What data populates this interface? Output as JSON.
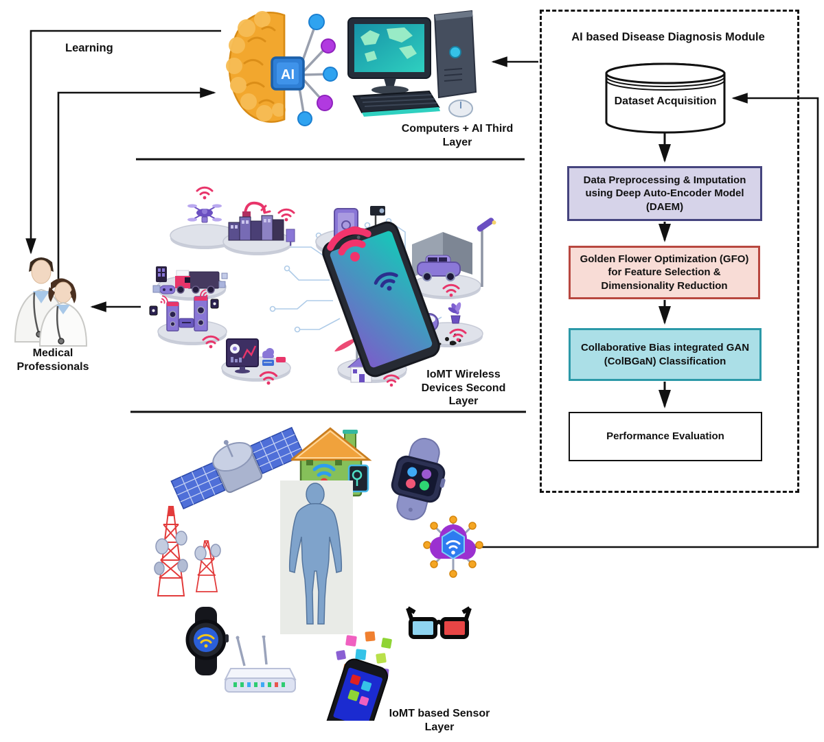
{
  "diagram": {
    "labels": {
      "learning": "Learning",
      "computers_ai_layer": "Computers + AI Third Layer",
      "wireless_layer": "IoMT Wireless Devices Second Layer",
      "medical_professionals": "Medical Professionals",
      "sensor_layer": "IoMT based Sensor Layer"
    },
    "module": {
      "title": "AI based Disease Diagnosis Module",
      "dataset_store": "Dataset Acquisition",
      "steps": [
        {
          "label": "Data Preprocessing & Imputation using Deep Auto-Encoder Model (DAEM)",
          "fill": "#d6d3e9",
          "border": "#45447e"
        },
        {
          "label": "Golden Flower Optimization (GFO) for Feature Selection & Dimensionality Reduction",
          "fill": "#f8dcd6",
          "border": "#b8473f"
        },
        {
          "label": "Collaborative Bias integrated GAN (ColBGaN) Classification",
          "fill": "#abdfe7",
          "border": "#2b99a8"
        },
        {
          "label": "Performance Evaluation",
          "fill": "#ffffff",
          "border": "#111111"
        }
      ]
    },
    "icons": [
      "brain-ai-icon",
      "desktop-computer-icon",
      "medical-professionals-icon",
      "database-cylinder-icon",
      "smartphone-wifi-hub-icon",
      "drone-icon",
      "smart-truck-icon",
      "smart-factory-icon",
      "smart-tablet-camera-icon",
      "smart-car-garage-icon",
      "robot-vacuum-plant-icon",
      "wind-solar-house-icon",
      "analytics-dashboard-icon",
      "smart-speakers-icon",
      "satellite-icon",
      "smart-home-icon",
      "smartwatch-apps-icon",
      "human-body-icon",
      "cell-towers-icon",
      "iot-cloud-icon",
      "smartwatch-wifi-icon",
      "wifi-router-icon",
      "anaglyph-3d-glasses-icon",
      "smartphone-apps-icon"
    ],
    "colors": {
      "arrow": "#111111",
      "wifi_pink": "#e8356a",
      "circuit_blue": "#aecbe8",
      "platform_gray": "#dfe2ea",
      "phone_screen_teal": "#18c0b4",
      "phone_screen_purple": "#7a5ec9",
      "brain_orange": "#f2a72e",
      "ai_chip_blue": "#2f7fd6"
    }
  }
}
